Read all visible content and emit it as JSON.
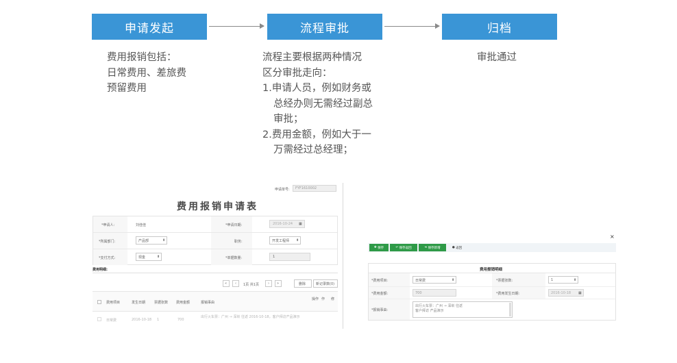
{
  "steps": [
    {
      "label": "申请发起"
    },
    {
      "label": "流程审批"
    },
    {
      "label": "归档"
    }
  ],
  "desc1": [
    "费用报销包括：",
    "日常费用、差旅费",
    "预留费用"
  ],
  "desc2": [
    "流程主要根据两种情况",
    "区分审批走向：",
    "1.申请人员，例如财务或",
    "总经办则无需经过副总",
    "审批；",
    "2.费用金额，例如大于一",
    "万需经过总经理；"
  ],
  "desc3": [
    "审批通过"
  ],
  "form": {
    "apply_no_label": "申请单号:",
    "apply_no_value": "FYF1610002",
    "title": "费用报销申请表",
    "applicant_label": "*申请人:",
    "applicant_value": "刘佳佳",
    "date_label": "*申请日期:",
    "date_value": "2016-10-24",
    "dept_label": "*所属部门:",
    "dept_value": "产品部",
    "position_label": "职务:",
    "position_value": "开发工程师",
    "pay_label": "*支付方式:",
    "pay_value": "现金",
    "doc_count_label": "*单据数量:",
    "doc_count_value": "1",
    "detail_label": "费用明细:",
    "pager_text": "1页 共1页",
    "pager_btn1": "删除",
    "pager_btn2": "新记录数(0)",
    "columns": [
      "费用项目",
      "发生日期",
      "票据张数",
      "费用金额",
      "报销事由"
    ],
    "col_right": [
      "操作",
      "作",
      "修"
    ],
    "row": [
      "日常费",
      "2016-10-18",
      "1",
      "700",
      "出行火车票：广州 → 深圳 往返 2016-10-18，客户拜访产品演示"
    ]
  },
  "modal": {
    "close": "×",
    "buttons": [
      "保存",
      "保存返回",
      "保存新增",
      "返回"
    ],
    "panel_title": "费用报销明细",
    "fee_type_label": "*费用项目:",
    "fee_type_value": "日常费",
    "ticket_label": "*票据张数:",
    "ticket_value": "1",
    "amount_label": "*费用金额:",
    "amount_value": "700",
    "date_label": "*费用发生日期:",
    "date_value": "2016-10-18",
    "reason_label": "*报销事由:",
    "reason_lines": [
      "出行火车票：广州 → 深圳 往返",
      "客户拜访 产品演示"
    ]
  },
  "colors": {
    "step_bg": "#3a95d6",
    "arrow": "#8a8a8a",
    "btn_green": "#2e9a47"
  }
}
